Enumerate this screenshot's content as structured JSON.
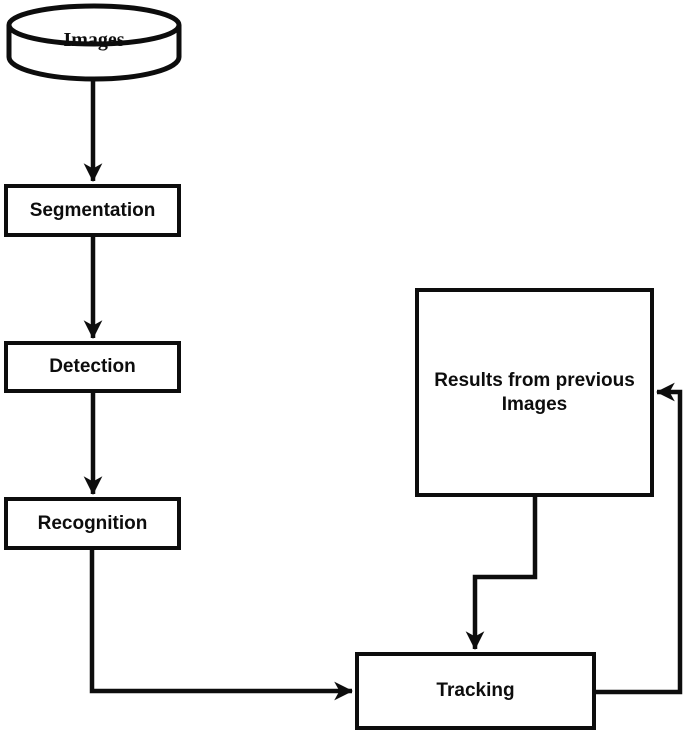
{
  "diagram": {
    "type": "flowchart",
    "background_color": "#ffffff",
    "stroke_color": "#0d0d0d",
    "nodes": {
      "images": {
        "label": "Images",
        "shape": "cylinder"
      },
      "segmentation": {
        "label": "Segmentation",
        "shape": "rect"
      },
      "detection": {
        "label": "Detection",
        "shape": "rect"
      },
      "recognition": {
        "label": "Recognition",
        "shape": "rect"
      },
      "results": {
        "label": "Results from previous Images",
        "shape": "rect"
      },
      "tracking": {
        "label": "Tracking",
        "shape": "rect"
      }
    },
    "edges": [
      {
        "from": "images",
        "to": "segmentation",
        "style": "straight-down"
      },
      {
        "from": "segmentation",
        "to": "detection",
        "style": "straight-down"
      },
      {
        "from": "detection",
        "to": "recognition",
        "style": "straight-down"
      },
      {
        "from": "recognition",
        "to": "tracking",
        "style": "down-then-right"
      },
      {
        "from": "results",
        "to": "tracking",
        "style": "down-step-down"
      },
      {
        "from": "tracking",
        "to": "results",
        "style": "right-up-left-feedback"
      }
    ]
  }
}
